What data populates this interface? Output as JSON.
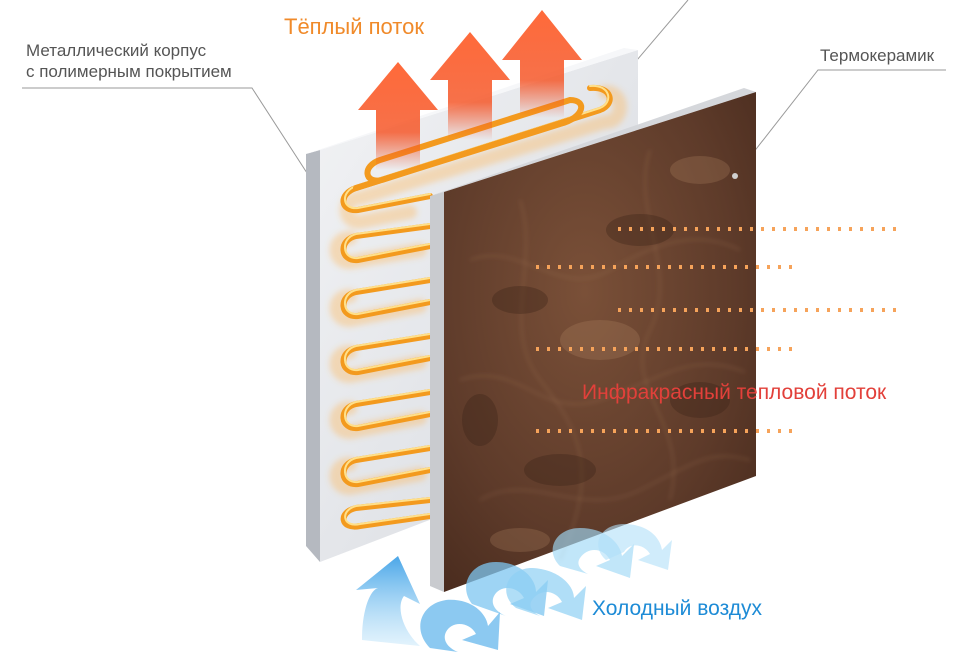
{
  "labels": {
    "warm_flow": "Тёплый поток",
    "metal_case_line1": "Металлический корпус",
    "metal_case_line2": "с полимерным покрытием",
    "thermoceramic": "Термокерамик",
    "infrared_flow": "Инфракрасный тепловой поток",
    "cold_air": "Холодный воздух"
  },
  "colors": {
    "warm": "#f08a2a",
    "infrared": "#e2403a",
    "cold": "#1d8bd6",
    "callout_text": "#555555",
    "ceramic": "#5e3b2a",
    "metal": "#e6e8ec",
    "heating_coil": "#f7a020"
  },
  "icons": {
    "warm_arrows": "arrow-up-icon",
    "cold_arrows": "curved-arrow-icon"
  }
}
